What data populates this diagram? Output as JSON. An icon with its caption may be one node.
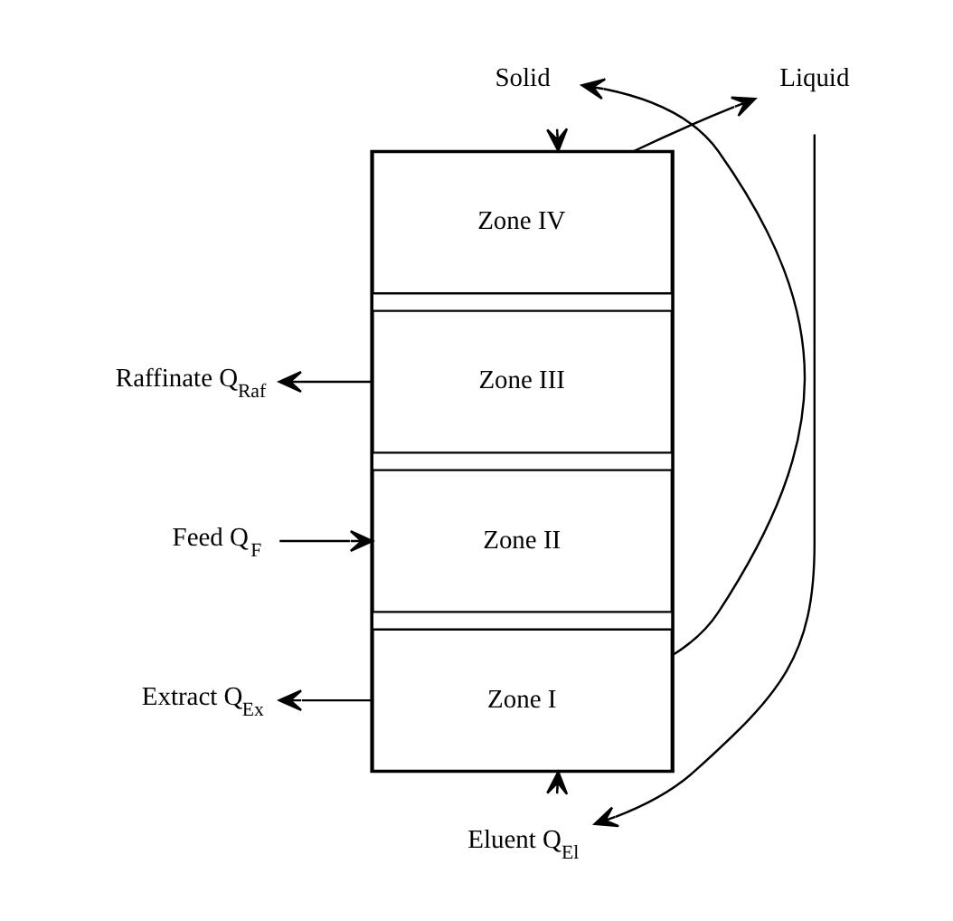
{
  "diagram": {
    "nodes": [
      {
        "text": [],
        "shape": "box"
      },
      {
        "text": [
          "Zone IV"
        ],
        "in": 0
      },
      {
        "text": [
          "Zone III"
        ],
        "in": 0
      },
      {
        "text": [
          "Zone II"
        ],
        "in": 0
      },
      {
        "text": [
          "Zone I"
        ],
        "in": 0
      },
      {
        "text": [
          "Solid"
        ]
      },
      {
        "text": [
          "Liquid"
        ]
      },
      {
        "text": [
          "Raffinate Q$_{Raf}$"
        ]
      },
      {
        "text": [
          "Feed Q$_{F}$"
        ]
      },
      {
        "text": [
          "Extract Q$_{Ex}$"
        ]
      },
      {
        "text": [
          "Eluent Q$_{El}$"
        ]
      }
    ],
    "edges": [
      {
        "from": 5,
        "to": 1,
        "arrow": "to"
      },
      {
        "from": 1,
        "to": 6,
        "arrow": "to"
      },
      {
        "from": 2,
        "to": 7,
        "arrow": "to"
      },
      {
        "from": 8,
        "to": 3,
        "arrow": "to"
      },
      {
        "from": 4,
        "to": 9,
        "arrow": "to"
      },
      {
        "from": 10,
        "to": 4,
        "arrow": "to"
      },
      {
        "from": 4,
        "to": 5,
        "arrow": "to"
      },
      {
        "from": 6,
        "to": 10,
        "arrow": "to"
      }
    ]
  }
}
